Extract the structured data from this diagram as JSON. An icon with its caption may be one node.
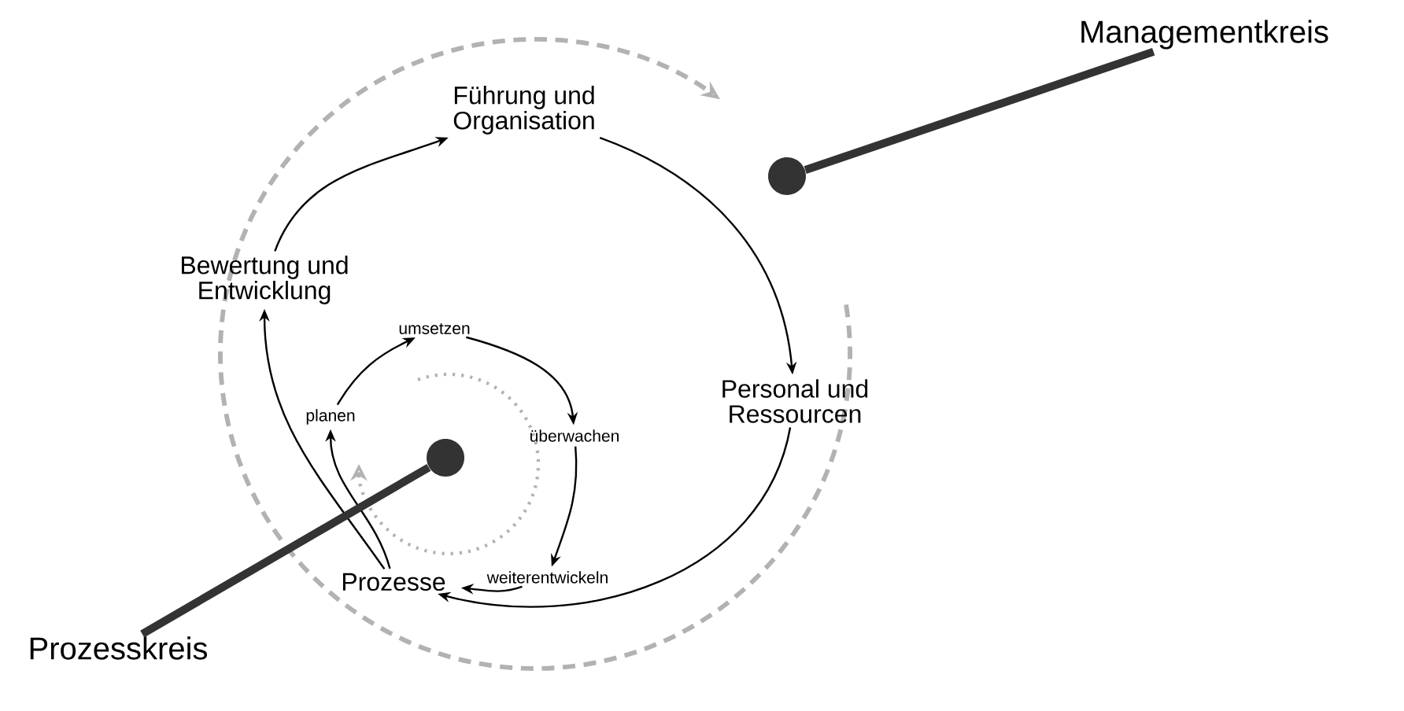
{
  "diagram": {
    "nodes": [
      {
        "text": [
          "Managementkreis"
        ]
      },
      {
        "text": [
          "Führung und Organisation"
        ]
      },
      {
        "text": [],
        "shape": "circle"
      },
      {
        "text": [
          "Bewertung und Entwicklung"
        ]
      },
      {
        "text": [
          "umsetzen"
        ]
      },
      {
        "text": [
          "Personal und Ressourcen"
        ]
      },
      {
        "text": [
          "planen"
        ]
      },
      {
        "text": [
          "überwachen"
        ]
      },
      {
        "text": [],
        "shape": "circle"
      },
      {
        "text": [
          "weiterentwickeln"
        ]
      },
      {
        "text": [
          "Prozesse"
        ]
      },
      {
        "text": [
          "Prozesskreis"
        ]
      }
    ],
    "edges": [
      {
        "from": 0,
        "to": 2,
        "arrow": "none",
        "style": "thick",
        "color": "#333333"
      },
      {
        "from": 1,
        "to": 5,
        "arrow": "to"
      },
      {
        "from": 5,
        "to": 10,
        "arrow": "to"
      },
      {
        "from": 10,
        "to": 3,
        "arrow": "to"
      },
      {
        "from": 3,
        "to": 1,
        "arrow": "to"
      },
      {
        "from": 10,
        "to": 6,
        "arrow": "to"
      },
      {
        "from": 6,
        "to": 4,
        "arrow": "to"
      },
      {
        "from": 4,
        "to": 7,
        "arrow": "to"
      },
      {
        "from": 7,
        "to": 9,
        "arrow": "to"
      },
      {
        "from": 9,
        "to": 10,
        "arrow": "to"
      },
      {
        "from": 11,
        "to": 8,
        "arrow": "none",
        "style": "thick",
        "color": "#333333"
      }
    ]
  }
}
